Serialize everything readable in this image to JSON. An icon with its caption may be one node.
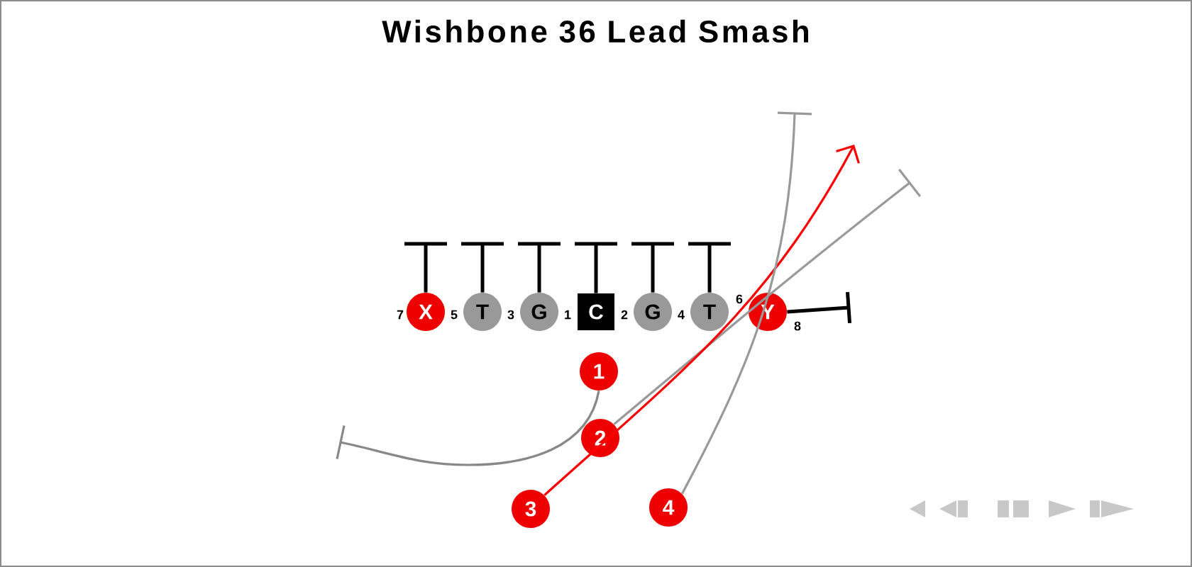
{
  "diagram": {
    "title": "Wishbone 36 Lead Smash",
    "nodes": [
      {
        "text": [
          "X"
        ]
      },
      {
        "text": [
          "T"
        ]
      },
      {
        "text": [
          "G"
        ]
      },
      {
        "text": [
          "C"
        ]
      },
      {
        "text": [
          "G"
        ]
      },
      {
        "text": [
          "T"
        ]
      },
      {
        "text": [
          "Y"
        ]
      },
      {
        "text": [
          "1"
        ]
      },
      {
        "text": [
          "2"
        ]
      },
      {
        "text": [
          "3"
        ]
      },
      {
        "text": [
          "4"
        ]
      }
    ],
    "edges": [
      {
        "from": 0,
        "to": null,
        "arrow": "none"
      },
      {
        "from": 1,
        "to": null,
        "arrow": "none"
      },
      {
        "from": 2,
        "to": null,
        "arrow": "none"
      },
      {
        "from": 3,
        "to": null,
        "arrow": "none"
      },
      {
        "from": 4,
        "to": null,
        "arrow": "none"
      },
      {
        "from": 5,
        "to": null,
        "arrow": "none"
      },
      {
        "from": 6,
        "to": null,
        "arrow": "none"
      },
      {
        "from": 7,
        "to": null,
        "arrow": "none",
        "color": "#888888"
      },
      {
        "from": 8,
        "to": null,
        "arrow": "none",
        "color": "#999999"
      },
      {
        "from": 9,
        "to": null,
        "arrow": "to",
        "color": "#ff0000"
      },
      {
        "from": 10,
        "to": null,
        "arrow": "none",
        "color": "#999999"
      }
    ],
    "labels": [
      "7",
      "5",
      "3",
      "1",
      "2",
      "4",
      "6",
      "8"
    ]
  }
}
